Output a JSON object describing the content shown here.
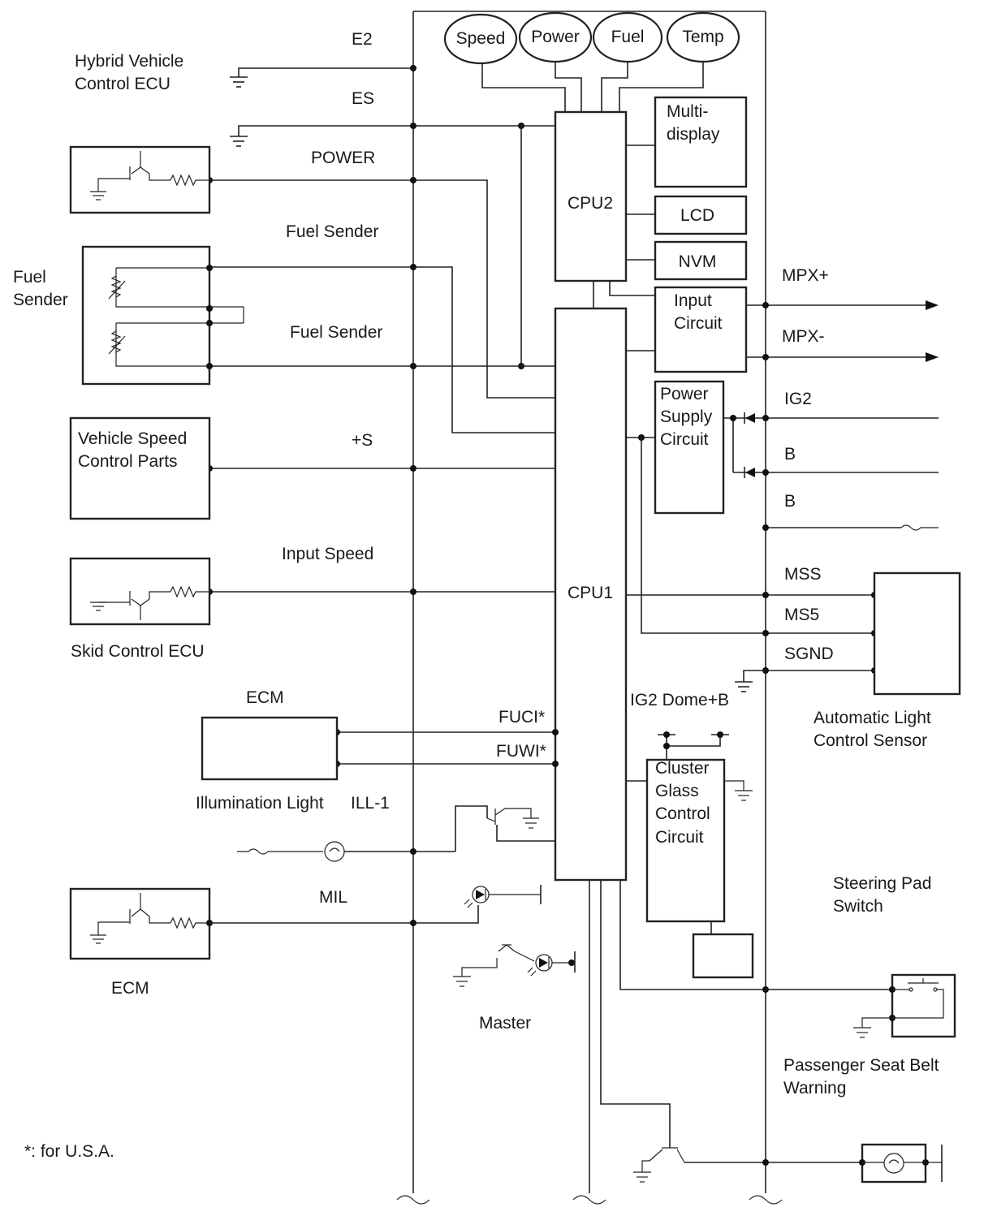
{
  "diagram": {
    "gauges": [
      "Speed",
      "Power",
      "Fuel",
      "Temp"
    ],
    "internal_blocks": {
      "cpu2": "CPU2",
      "cpu1": "CPU1",
      "multi_display": [
        "Multi-",
        "display"
      ],
      "lcd": "LCD",
      "nvm": "NVM",
      "input_circuit": [
        "Input",
        "Circuit"
      ],
      "power_supply_circuit": [
        "Power",
        "Supply",
        "Circuit"
      ],
      "cluster_glass_control_circuit": [
        "Cluster",
        "Glass",
        "Control",
        "Circuit"
      ]
    },
    "components": {
      "hybrid_vehicle_control_ecu": [
        "Hybrid Vehicle",
        "Control ECU"
      ],
      "fuel_sender": [
        "Fuel",
        "Sender"
      ],
      "vehicle_speed_control_parts": [
        "Vehicle Speed",
        "Control Parts"
      ],
      "skid_control_ecu": "Skid Control ECU",
      "ecm_top": "ECM",
      "illumination_light": "Illumination Light",
      "ill_1": "ILL-1",
      "ecm_bottom": "ECM",
      "automatic_light_control_sensor": [
        "Automatic Light",
        "Control Sensor"
      ],
      "steering_pad_switch": [
        "Steering Pad",
        "Switch"
      ],
      "passenger_seat_belt_warning": [
        "Passenger Seat Belt",
        "Warning"
      ],
      "master": "Master",
      "mil": "MIL"
    },
    "signals": {
      "e2": "E2",
      "es": "ES",
      "power": "POWER",
      "fuel_sender_1": "Fuel Sender",
      "fuel_sender_2": "Fuel Sender",
      "plus_s": "+S",
      "input_speed": "Input Speed",
      "fuci": "FUCI*",
      "fuwi": "FUWI*",
      "mpx_plus": "MPX+",
      "mpx_minus": "MPX-",
      "ig2": "IG2",
      "b1": "B",
      "b2": "B",
      "mss": "MSS",
      "ms5": "MS5",
      "sgnd": "SGND",
      "ig2_dome_b": "IG2 Dome+B"
    },
    "footnote": "*: for U.S.A."
  }
}
